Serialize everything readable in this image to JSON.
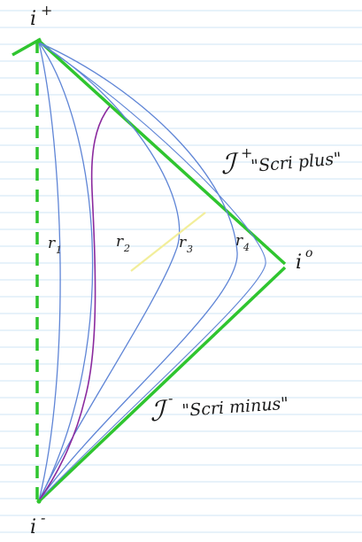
{
  "labels": {
    "i_plus": "i",
    "i_plus_sup": "+",
    "i_minus": "i",
    "i_minus_sup": "-",
    "i_zero": "i",
    "i_zero_sup": "o",
    "scri_plus_symbol": "ℐ",
    "scri_plus_sup": "+",
    "scri_plus_text": "\"Scri plus\"",
    "scri_minus_symbol": "ℐ",
    "scri_minus_sup": "-",
    "scri_minus_text": "\"Scri minus\"",
    "r1": "r",
    "r1_sub": "1",
    "r2": "r",
    "r2_sub": "2",
    "r3": "r",
    "r3_sub": "3",
    "r4": "r",
    "r4_sub": "4"
  },
  "colors": {
    "paper": "#ffffff",
    "rule_lines": "#cfe5f6",
    "null_infinity": "#2fc52f",
    "axis_dashed": "#2fc52f",
    "constant_r_curves": "#5f85d6",
    "worldline": "#8b2a9e",
    "highlight_stroke": "#f2ee9a",
    "ink": "#1a1a1a"
  }
}
